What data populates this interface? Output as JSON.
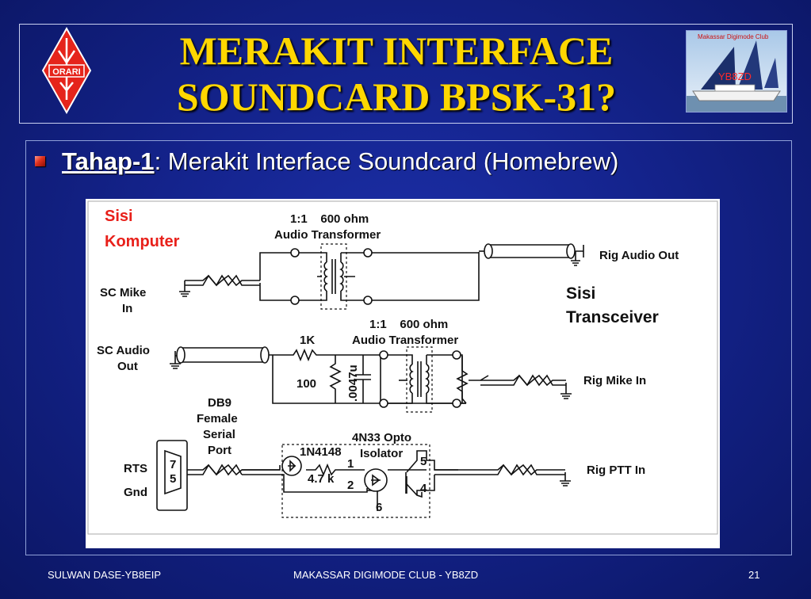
{
  "slide": {
    "title_line1": "MERAKIT INTERFACE",
    "title_line2": "SOUNDCARD BPSK-31?",
    "logo_left_text": "ORARI",
    "logo_right_club": "Makassar Digimode Club",
    "logo_right_call": "YB8ZD",
    "bullet_label": "Tahap-1",
    "bullet_text": ": Merakit Interface Soundcard (Homebrew)"
  },
  "diagram": {
    "side_computer_1": "Sisi",
    "side_computer_2": "Komputer",
    "side_transceiver_1": "Sisi",
    "side_transceiver_2": "Transceiver",
    "xf1_ratio": "1:1    600 ohm",
    "xf1_name": "Audio Transformer",
    "xf2_ratio": "1:1    600 ohm",
    "xf2_name": "Audio Transformer",
    "sc_mike_1": "SC Mike",
    "sc_mike_2": "In",
    "sc_audio_1": "SC Audio",
    "sc_audio_2": "Out",
    "rig_audio_out": "Rig Audio Out",
    "rig_mike_in": "Rig Mike In",
    "rig_ptt_in": "Rig PTT In",
    "r_1k": "1K",
    "r_100": "100",
    "cap": ".0047u",
    "db9_1": "DB9",
    "db9_2": "Female",
    "db9_3": "Serial",
    "db9_4": "Port",
    "rts": "RTS",
    "gnd": "Gnd",
    "pin7": "7",
    "pin5": "5",
    "opto_1": "4N33 Opto",
    "opto_2": "Isolator",
    "diode": "1N4148",
    "r_47k": "4.7 k",
    "opin1": "1",
    "opin2": "2",
    "opin5": "5",
    "opin4": "4",
    "opin6": "6"
  },
  "footer": {
    "left": "SULWAN DASE-YB8EIP",
    "center": "MAKASSAR DIGIMODE CLUB - YB8ZD",
    "page": "21"
  }
}
